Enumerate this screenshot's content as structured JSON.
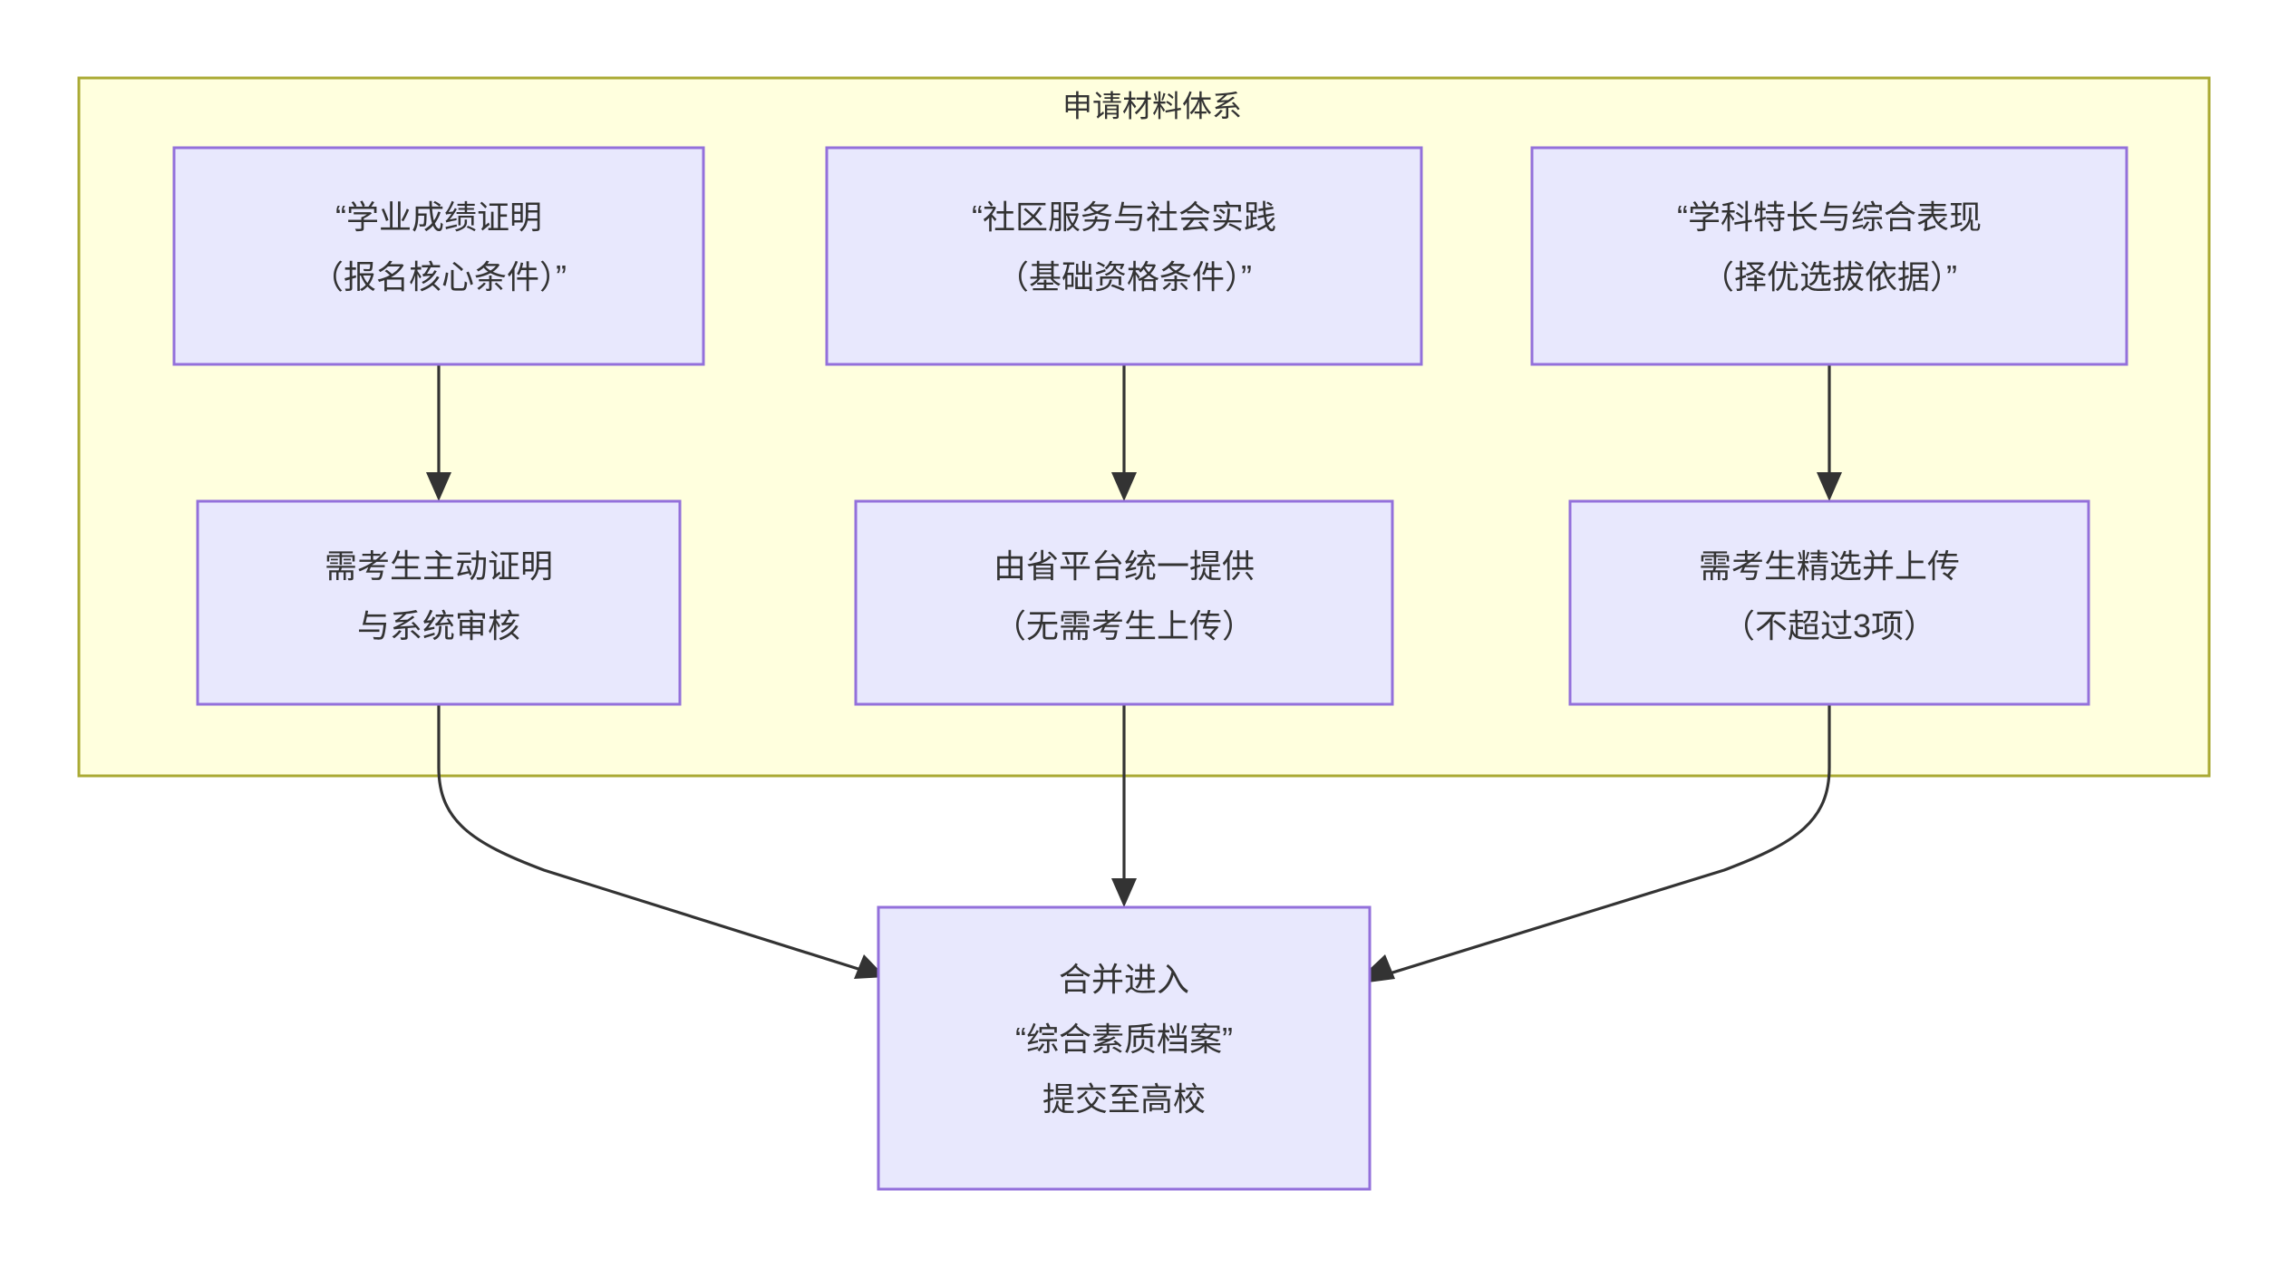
{
  "diagram": {
    "type": "flowchart",
    "background_color": "#ffffff",
    "cluster": {
      "title": "申请材料体系",
      "fill_color": "#ffffde",
      "border_color": "#aaaa33"
    },
    "node_style": {
      "fill_color": "#e8e8fd",
      "border_color": "#9370db",
      "text_color": "#333333"
    },
    "edge_color": "#333333"
  },
  "nodes": {
    "top_row": [
      {
        "id": "academic-record",
        "line1": "“学业成绩证明",
        "line2": "（报名核心条件）”"
      },
      {
        "id": "community-service",
        "line1": "“社区服务与社会实践",
        "line2": "（基础资格条件）”"
      },
      {
        "id": "subject-talent",
        "line1": "“学科特长与综合表现",
        "line2": "（择优选拔依据）”"
      }
    ],
    "middle_row": [
      {
        "id": "self-prove",
        "line1": "需考生主动证明",
        "line2": "与系统审核"
      },
      {
        "id": "province-platform",
        "line1": "由省平台统一提供",
        "line2": "（无需考生上传）"
      },
      {
        "id": "student-upload",
        "line1": "需考生精选并上传",
        "line2": "（不超过3项）"
      }
    ],
    "merge": {
      "id": "merge-archive",
      "line1": "合并进入",
      "line2": "“综合素质档案”",
      "line3": "提交至高校"
    }
  },
  "edges": [
    {
      "from": "academic-record",
      "to": "self-prove",
      "kind": "straight-down"
    },
    {
      "from": "community-service",
      "to": "province-platform",
      "kind": "straight-down"
    },
    {
      "from": "subject-talent",
      "to": "student-upload",
      "kind": "straight-down"
    },
    {
      "from": "self-prove",
      "to": "merge-archive",
      "kind": "curve-right"
    },
    {
      "from": "province-platform",
      "to": "merge-archive",
      "kind": "straight-down"
    },
    {
      "from": "student-upload",
      "to": "merge-archive",
      "kind": "curve-left"
    }
  ]
}
